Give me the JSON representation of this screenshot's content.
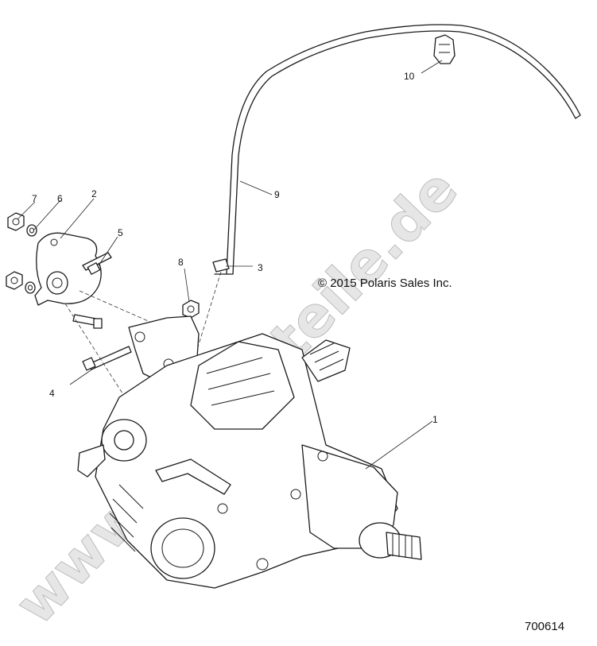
{
  "watermark": "www.ersatzteile.de",
  "copyright": "© 2015 Polaris Sales Inc.",
  "diagram_id": "700614",
  "callouts": [
    "1",
    "2",
    "3",
    "4",
    "5",
    "6",
    "7",
    "8",
    "9",
    "10"
  ]
}
